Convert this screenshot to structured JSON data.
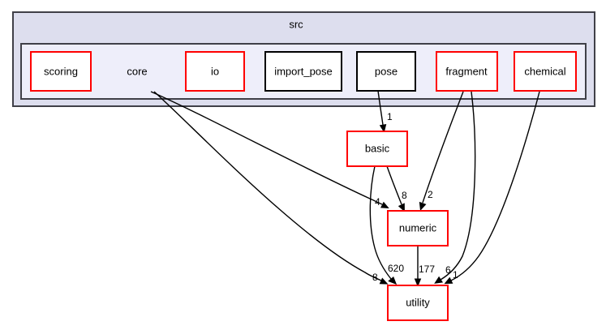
{
  "diagram": {
    "type": "directory-dependency-graph",
    "background_color": "#ffffff",
    "clusters": [
      {
        "id": "cluster-src",
        "title": "src",
        "fill": "#dddeee",
        "stroke": "#404048"
      },
      {
        "id": "cluster-core",
        "title": "core",
        "fill": "#eeeefa",
        "stroke": "#404048"
      }
    ],
    "nodes": [
      {
        "id": "scoring",
        "label": "scoring",
        "border": "#ff0000"
      },
      {
        "id": "core",
        "label": "core",
        "border": "none"
      },
      {
        "id": "io",
        "label": "io",
        "border": "#ff0000"
      },
      {
        "id": "import_pose",
        "label": "import_pose",
        "border": "#000000"
      },
      {
        "id": "pose",
        "label": "pose",
        "border": "#000000"
      },
      {
        "id": "fragment",
        "label": "fragment",
        "border": "#ff0000"
      },
      {
        "id": "chemical",
        "label": "chemical",
        "border": "#ff0000"
      },
      {
        "id": "basic",
        "label": "basic",
        "border": "#ff0000"
      },
      {
        "id": "numeric",
        "label": "numeric",
        "border": "#ff0000"
      },
      {
        "id": "utility",
        "label": "utility",
        "border": "#ff0000"
      }
    ],
    "edges": [
      {
        "from": "pose",
        "to": "basic",
        "label": "1"
      },
      {
        "from": "basic",
        "to": "numeric",
        "label": "8"
      },
      {
        "from": "fragment",
        "to": "numeric",
        "label": "2"
      },
      {
        "from": "core",
        "to": "numeric",
        "label": "4"
      },
      {
        "from": "core",
        "to": "utility",
        "label": "8"
      },
      {
        "from": "basic",
        "to": "utility",
        "label": "620"
      },
      {
        "from": "numeric",
        "to": "utility",
        "label": "177"
      },
      {
        "from": "fragment",
        "to": "utility",
        "label": "6"
      },
      {
        "from": "chemical",
        "to": "utility",
        "label": "1"
      }
    ],
    "edge_labels": {
      "pose_basic": "1",
      "basic_numeric": "8",
      "fragment_numeric": "2",
      "core_numeric": "4",
      "core_utility": "8",
      "basic_utility": "620",
      "numeric_utility": "177",
      "fragment_utility": "6",
      "chemical_utility": "1"
    },
    "node_labels": {
      "scoring": "scoring",
      "core": "core",
      "io": "io",
      "import_pose": "import_pose",
      "pose": "pose",
      "fragment": "fragment",
      "chemical": "chemical",
      "basic": "basic",
      "numeric": "numeric",
      "utility": "utility"
    },
    "cluster_titles": {
      "src": "src",
      "core": "core"
    }
  }
}
